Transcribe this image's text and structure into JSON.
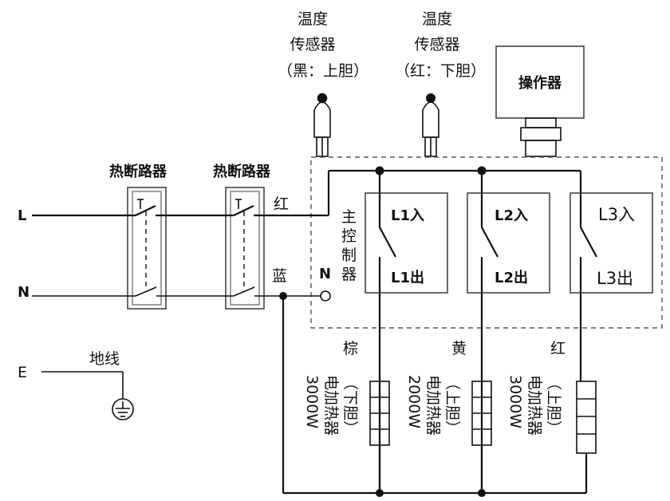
{
  "sensors": {
    "upper": {
      "line1": "温度",
      "line2": "传感器",
      "line3": "（黑：上胆）"
    },
    "lower": {
      "line1": "温度",
      "line2": "传感器",
      "line3": "（红：下胆）"
    }
  },
  "operator_label": "操作器",
  "breaker_label": "热断路器",
  "terminals": {
    "L": "L",
    "N": "N",
    "E": "E"
  },
  "wire_colors": {
    "red": "红",
    "blue": "蓝",
    "brown": "棕",
    "yellow": "黄",
    "red2": "红"
  },
  "ground_label": "地线",
  "controller": {
    "label_chars": [
      "主",
      "控",
      "制",
      "器"
    ],
    "n_terminal": "N",
    "relays": [
      {
        "in": "L1入",
        "out": "L1出"
      },
      {
        "in": "L2入",
        "out": "L2出"
      },
      {
        "in": "L3入",
        "out": "L3出"
      }
    ]
  },
  "heaters": [
    {
      "power": "3000W",
      "type": "电加热器",
      "loc": "（下胆）"
    },
    {
      "power": "2000W",
      "type": "电加热器",
      "loc": "（上胆）"
    },
    {
      "power": "3000W",
      "type": "电加热器",
      "loc": "（上胆）"
    }
  ]
}
